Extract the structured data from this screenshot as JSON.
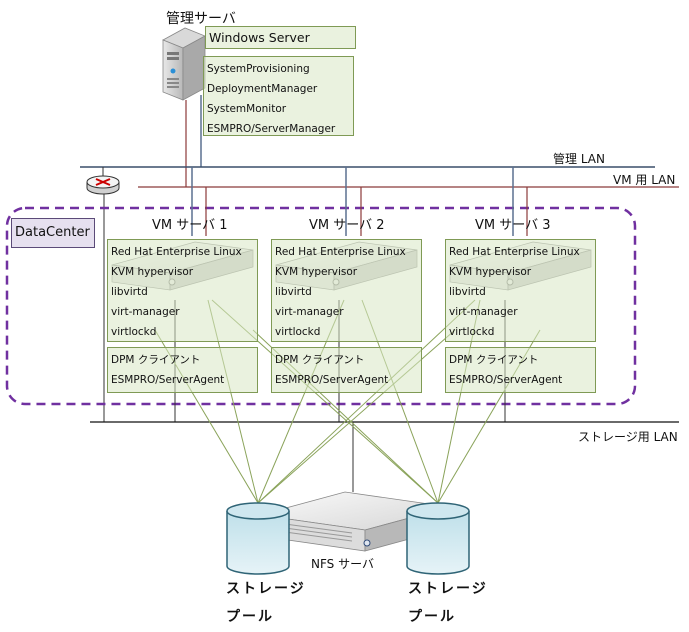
{
  "mgmt_server": {
    "title": "管理サーバ",
    "os": "Windows Server",
    "software": [
      "SystemProvisioning",
      "DeploymentManager",
      "SystemMonitor",
      "ESMPRO/ServerManager"
    ]
  },
  "networks": {
    "mgmt_lan": "管理 LAN",
    "vm_lan": "VM 用 LAN",
    "storage_lan": "ストレージ用 LAN"
  },
  "datacenter": {
    "label": "DataCenter"
  },
  "vm_servers": [
    {
      "title": "VM サーバ 1",
      "stack": [
        "Red Hat Enterprise  Linux",
        "KVM hypervisor",
        "libvirtd",
        "virt-manager",
        "virtlockd"
      ],
      "agents": [
        "DPM クライアント",
        "ESMPRO/ServerAgent"
      ]
    },
    {
      "title": "VM サーバ 2",
      "stack": [
        "Red Hat Enterprise  Linux",
        "KVM hypervisor",
        "libvirtd",
        "virt-manager",
        "virtlockd"
      ],
      "agents": [
        "DPM クライアント",
        "ESMPRO/ServerAgent"
      ]
    },
    {
      "title": "VM サーバ 3",
      "stack": [
        "Red Hat Enterprise  Linux",
        "KVM hypervisor",
        "libvirtd",
        "virt-manager",
        "virtlockd"
      ],
      "agents": [
        "DPM クライアント",
        "ESMPRO/ServerAgent"
      ]
    }
  ],
  "nfs_server": {
    "label": "NFS サーバ"
  },
  "storage_pools": [
    {
      "line1": "ストレージ",
      "line2": "プール"
    },
    {
      "line1": "ストレージ",
      "line2": "プール"
    }
  ],
  "colors": {
    "mgmt_lan": "#5a7090",
    "vm_lan": "#8b3a3a",
    "storage_lan": "#111111",
    "datacenter_border": "#7030a0",
    "software_box_fill": "#d8e8c4",
    "software_box_border": "#7f9a55",
    "storage_link": "#8aa35a",
    "cylinder_fill": "#cfe7ef",
    "cylinder_border": "#2f6476"
  }
}
